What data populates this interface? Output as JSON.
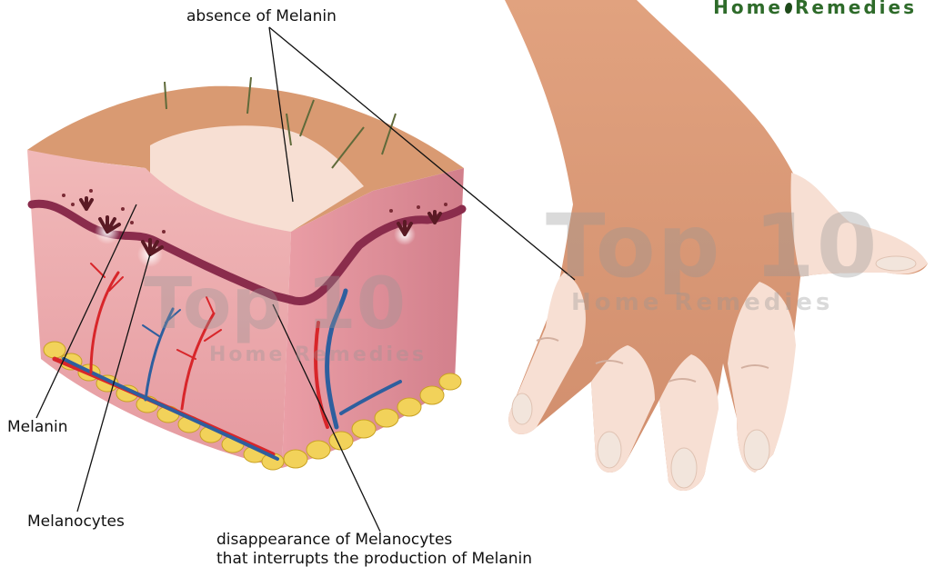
{
  "brand": {
    "home": "Home",
    "remedies": "Remedies"
  },
  "watermark": {
    "main": "Top 10",
    "sub": "Home Remedies"
  },
  "labels": {
    "absence_melanin": "absence of Melanin",
    "melanin": "Melanin",
    "melanocytes": "Melanocytes",
    "disappearance_line1": "disappearance of Melanocytes",
    "disappearance_line2": "that interrupts the production of Melanin"
  },
  "colors": {
    "skin_tan": "#d99a72",
    "skin_pale": "#f7dfd3",
    "dermis_pink": "#e8a6ac",
    "melanin_dark": "#5a1a24",
    "fat_yellow": "#f2d25a",
    "artery_red": "#d8262a",
    "vein_blue": "#2e5f9e",
    "brand_green": "#2e6b2a"
  }
}
